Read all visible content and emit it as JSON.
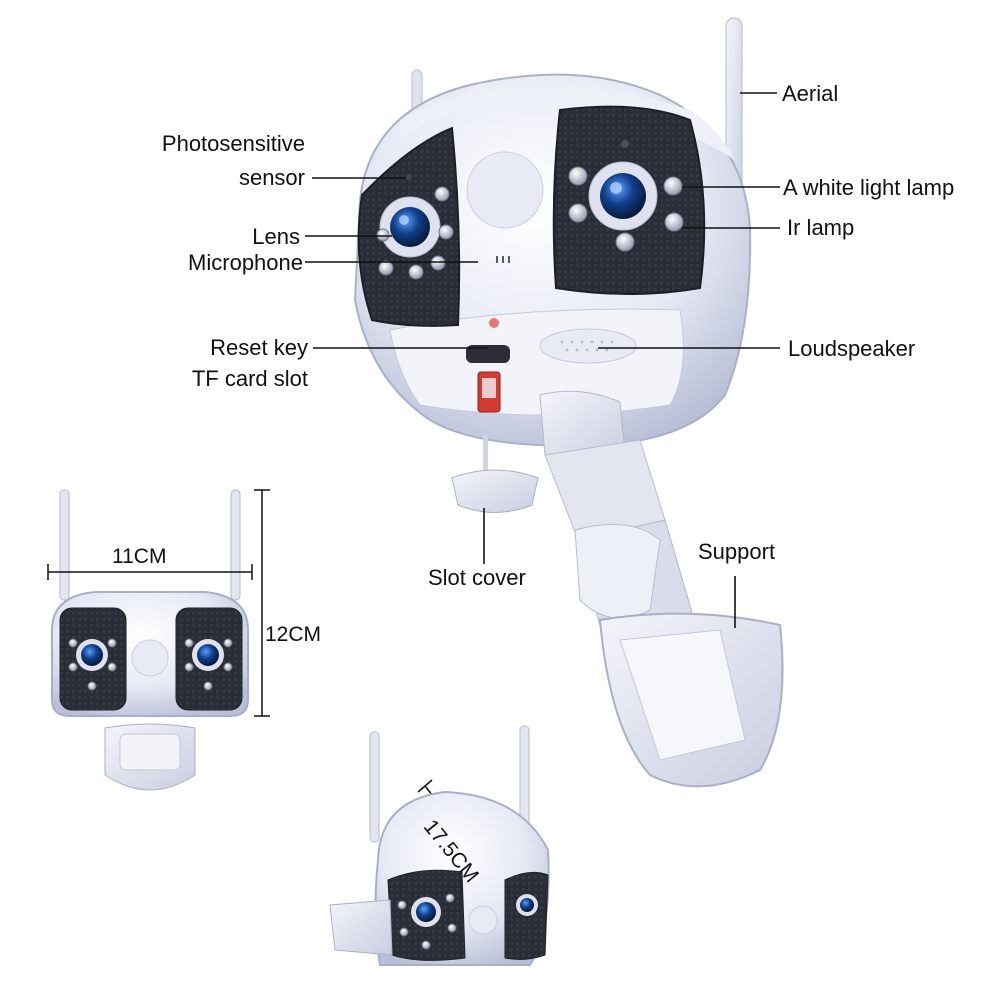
{
  "labels": {
    "aerial": "Aerial",
    "photosensitive_line1": "Photosensitive",
    "photosensitive_line2": "sensor",
    "white_light_lamp": "A white light lamp",
    "ir_lamp": "Ir lamp",
    "lens": "Lens",
    "microphone": "Microphone",
    "reset_key": "Reset key",
    "tf_card_slot": "TF card slot",
    "loudspeaker": "Loudspeaker",
    "support": "Support",
    "slot_cover": "Slot cover"
  },
  "dimensions": {
    "width": "11CM",
    "height": "12CM",
    "length": "17.5CM"
  }
}
